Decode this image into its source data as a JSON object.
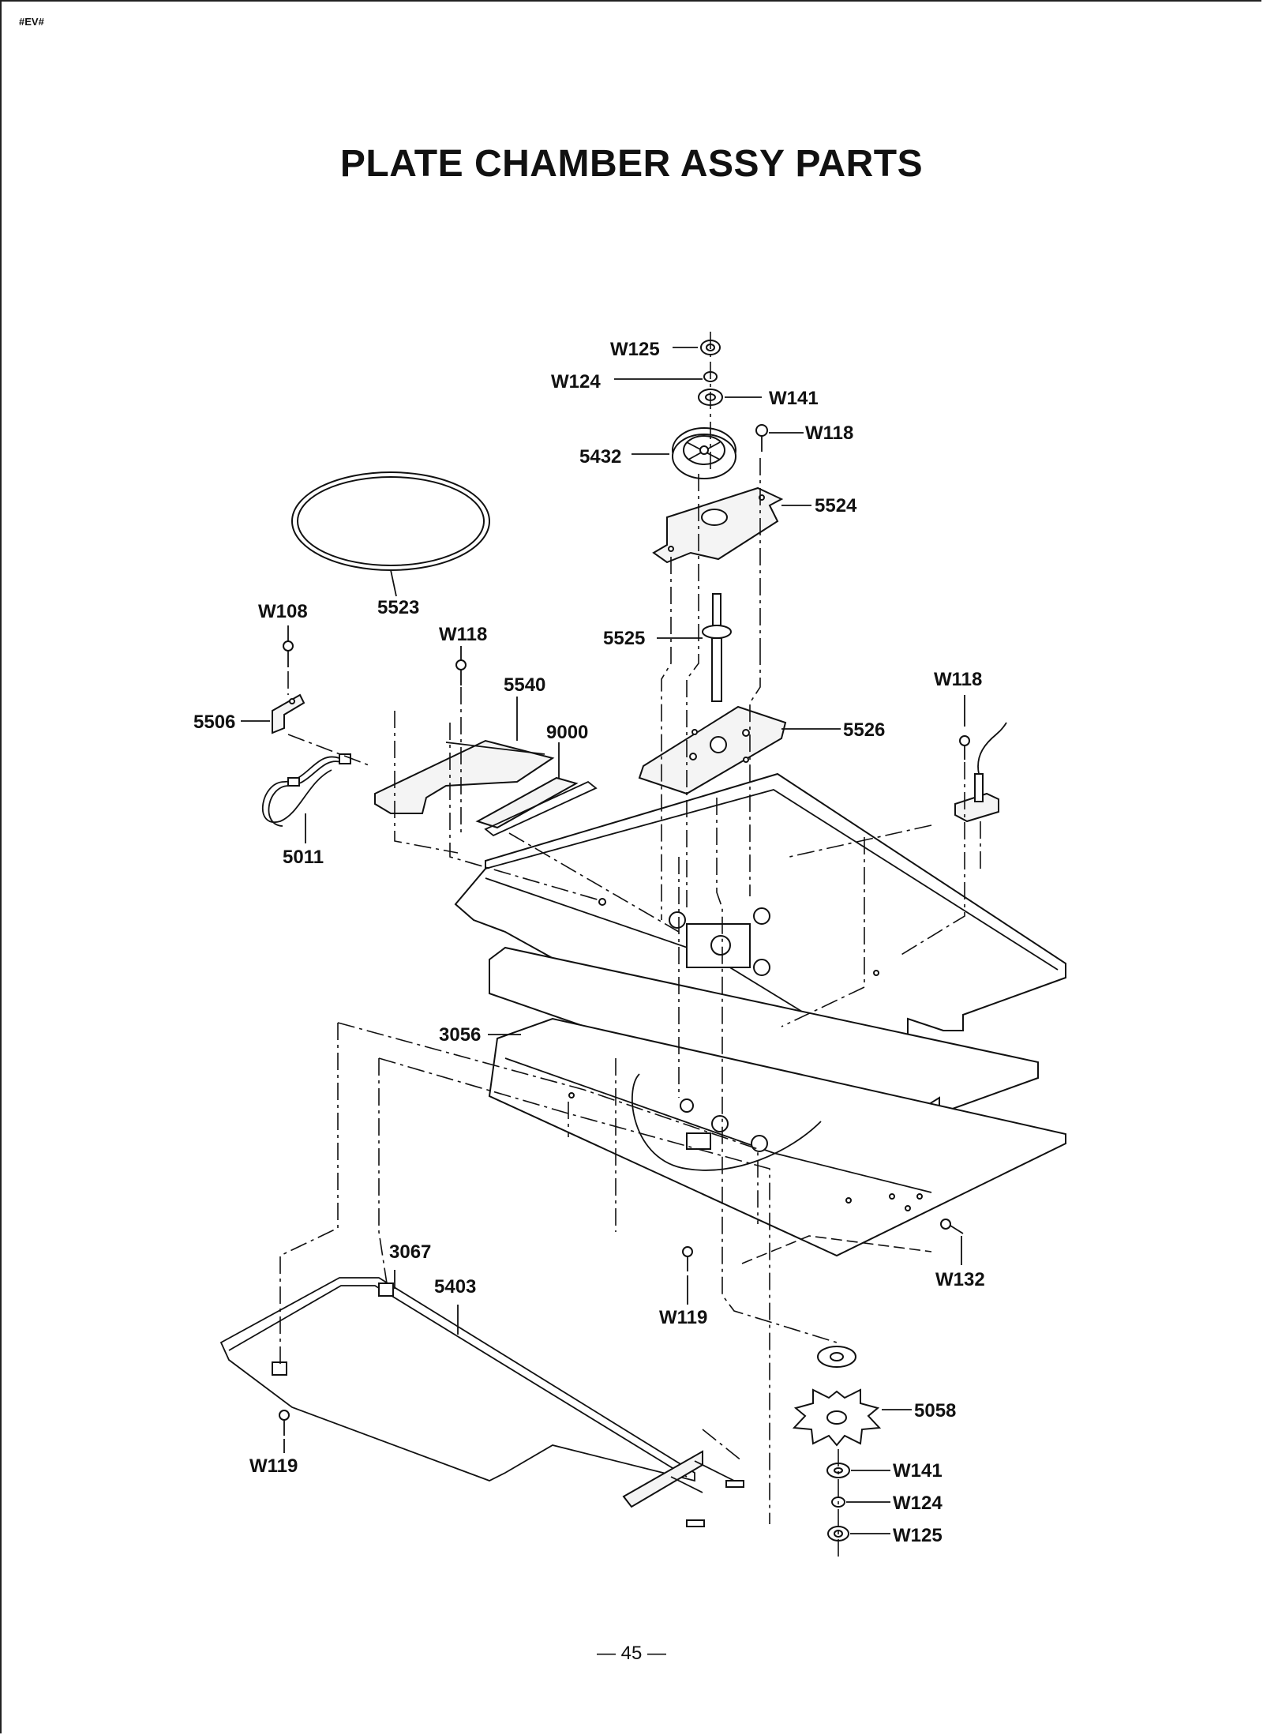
{
  "header": {
    "tag": "#EV#"
  },
  "title": "PLATE CHAMBER ASSY PARTS",
  "footer": {
    "page_number": "— 45 —"
  },
  "part_labels": {
    "w125_top": "W125",
    "w124_top": "W124",
    "w141_top": "W141",
    "w118_top": "W118",
    "p5432": "5432",
    "p5524": "5524",
    "p5523": "5523",
    "w108": "W108",
    "w118_left": "W118",
    "p5525": "5525",
    "w118_right": "W118",
    "p5540": "5540",
    "p5506": "5506",
    "p9000": "9000",
    "p5526": "5526",
    "p5011": "5011",
    "p3056": "3056",
    "p3067": "3067",
    "p5403": "5403",
    "w132": "W132",
    "w119_mid": "W119",
    "p5058": "5058",
    "w119_left": "W119",
    "w141_bottom": "W141",
    "w124_bottom": "W124",
    "w125_bottom": "W125"
  }
}
